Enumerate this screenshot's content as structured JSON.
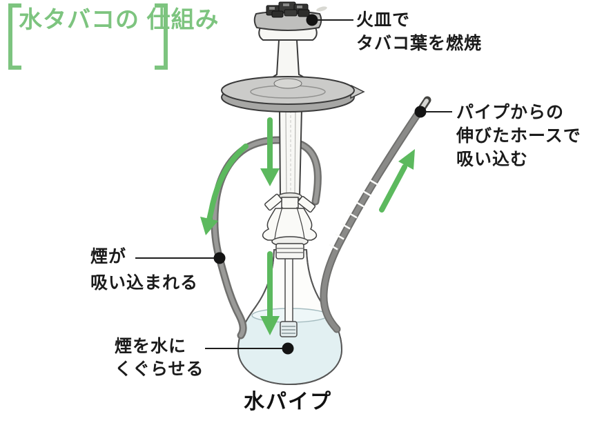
{
  "title": {
    "line1": "水タバコの",
    "line2": "仕組み"
  },
  "diagram": {
    "caption": "水パイプ",
    "labels": {
      "bowl": {
        "line1": "火皿で",
        "line2": "タバコ葉を燃焼"
      },
      "hose": {
        "line1": "パイプからの",
        "line2": "伸びたホースで",
        "line3": "吸い込む"
      },
      "smoke": {
        "line1": "煙が",
        "line2": "吸い込まれる"
      },
      "water": {
        "line1": "煙を水に",
        "line2": "くぐらせる"
      }
    }
  },
  "colors": {
    "accent_green": "#7dc47f",
    "arrow_green": "#5cb95e",
    "hose_gray": "#8a8a88",
    "metal_gray": "#c9c9c7",
    "water_blue": "#e2f0f2",
    "line_black": "#1c1c1c"
  }
}
